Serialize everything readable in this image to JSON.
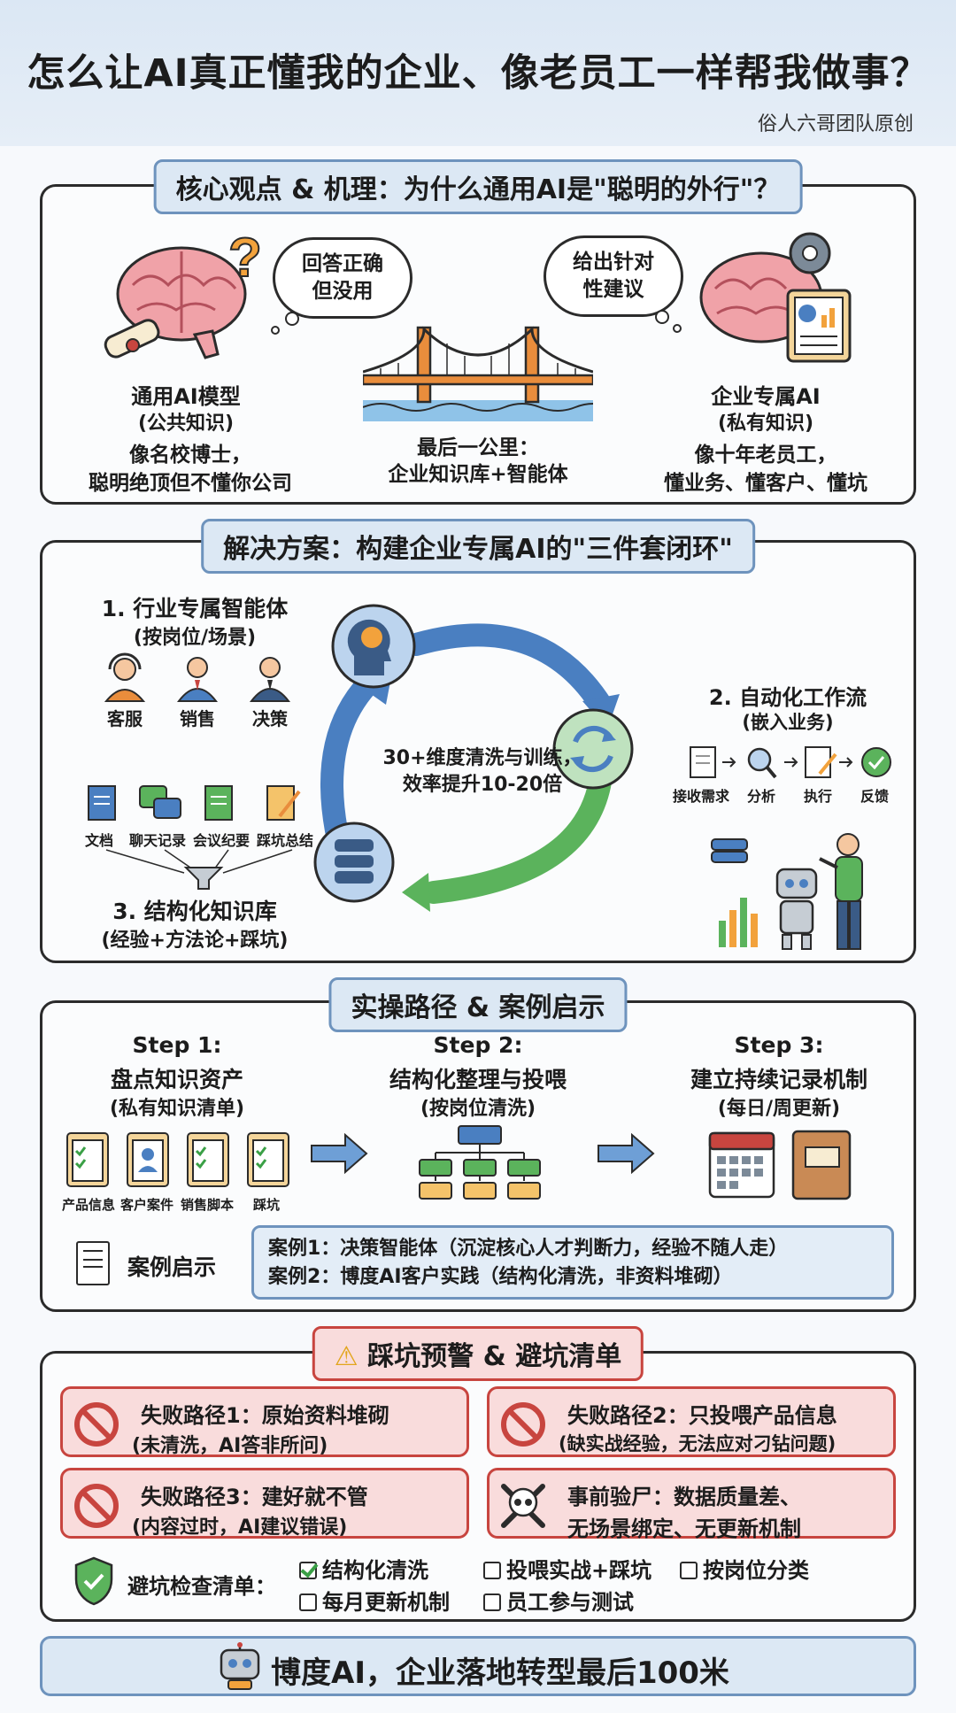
{
  "header": {
    "title": "怎么让AI真正懂我的企业、像老员工一样帮我做事？",
    "author": "俗人六哥团队原创"
  },
  "section1": {
    "title": "核心观点 & 机理：为什么通用AI是\"聪明的外行\"？",
    "left": {
      "cloud": [
        "回答正确",
        "但没用"
      ],
      "heading": "通用AI模型",
      "sub": "(公共知识)",
      "desc1": "像名校博士，",
      "desc2": "聪明绝顶但不懂你公司"
    },
    "middle": {
      "line1": "最后一公里：",
      "line2": "企业知识库+智能体"
    },
    "right": {
      "cloud": [
        "给出针对",
        "性建议"
      ],
      "heading": "企业专属AI",
      "sub": "(私有知识)",
      "desc1": "像十年老员工，",
      "desc2": "懂业务、懂客户、懂坑"
    }
  },
  "section2": {
    "title": "解决方案：构建企业专属AI的\"三件套闭环\"",
    "agents": {
      "heading": "1. 行业专属智能体",
      "sub": "(按岗位/场景)",
      "roles": [
        "客服",
        "销售",
        "决策"
      ]
    },
    "center": {
      "line1": "30+维度清洗与训练，",
      "line2": "效率提升10-20倍"
    },
    "workflow": {
      "heading": "2. 自动化工作流",
      "sub": "(嵌入业务)",
      "steps": [
        "接收需求",
        "分析",
        "执行",
        "反馈"
      ]
    },
    "kb": {
      "sources": [
        "文档",
        "聊天记录",
        "会议纪要",
        "踩坑总结"
      ],
      "heading": "3. 结构化知识库",
      "sub": "(经验+方法论+踩坑)"
    }
  },
  "section3": {
    "title": "实操路径 & 案例启示",
    "steps": [
      {
        "label": "Step 1:",
        "title": "盘点知识资产",
        "sub": "(私有知识清单)"
      },
      {
        "label": "Step 2:",
        "title": "结构化整理与投喂",
        "sub": "(按岗位清洗)"
      },
      {
        "label": "Step 3:",
        "title": "建立持续记录机制",
        "sub": "(每日/周更新)"
      }
    ],
    "assets": [
      "产品信息",
      "客户案件",
      "销售脚本",
      "踩坑"
    ],
    "case_label": "案例启示",
    "cases": [
      "案例1：决策智能体（沉淀核心人才判断力，经验不随人走）",
      "案例2：博度AI客户实践（结构化清洗，非资料堆砌）"
    ]
  },
  "section4": {
    "title": "踩坑预警 & 避坑清单",
    "warnings": [
      {
        "t1": "失败路径1：原始资料堆砌",
        "t2": "(未清洗，AI答非所问)"
      },
      {
        "t1": "失败路径2：只投喂产品信息",
        "t2": "(缺实战经验，无法应对刁钻问题)"
      },
      {
        "t1": "失败路径3：建好就不管",
        "t2": "(内容过时，AI建议错误)"
      },
      {
        "t1": "事前验尸：数据质量差、",
        "t2": "无场景绑定、无更新机制"
      }
    ],
    "checklist_label": "避坑检查清单：",
    "checklist": [
      {
        "text": "结构化清洗",
        "checked": true
      },
      {
        "text": "投喂实战+踩坑",
        "checked": false
      },
      {
        "text": "按岗位分类",
        "checked": false
      },
      {
        "text": "每月更新机制",
        "checked": false
      },
      {
        "text": "员工参与测试",
        "checked": false
      }
    ]
  },
  "footer": {
    "text": "博度AI，企业落地转型最后100米"
  },
  "colors": {
    "accent_blue": "#4a7fc1",
    "panel_title_bg": "#dce8f4",
    "warning_red": "#c8453f",
    "warning_bg": "#f9dcdc",
    "loop_green": "#5bb35c"
  }
}
